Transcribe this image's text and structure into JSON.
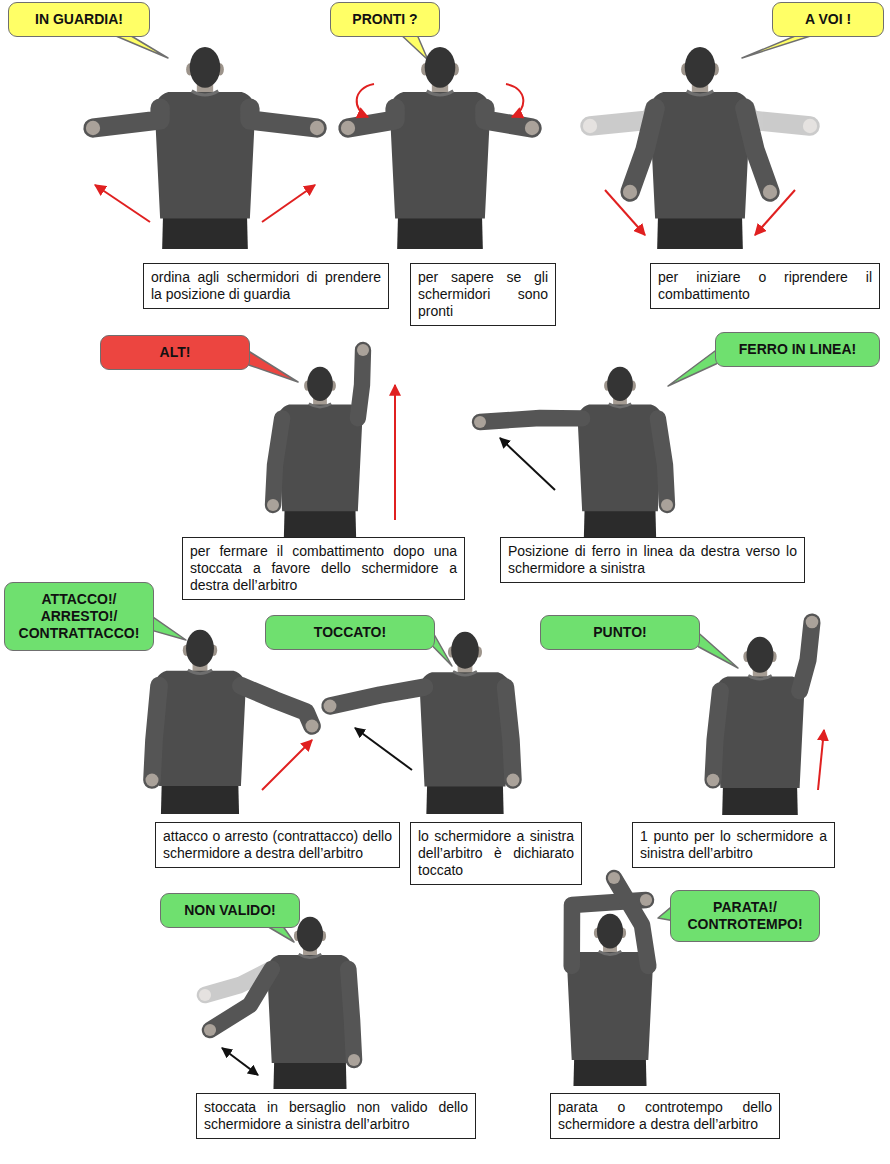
{
  "diagram": {
    "nodes": [
      {
        "text": [
          "IN GUARDIA!"
        ]
      },
      {
        "text": [
          "ordina agli schermidori di prendere la posizione di guardia"
        ]
      },
      {
        "text": [
          "PRONTI ?"
        ]
      },
      {
        "text": [
          "per sapere se gli schermidori sono pronti"
        ]
      },
      {
        "text": [
          "A VOI !"
        ]
      },
      {
        "text": [
          "per iniziare o riprendere il combattimento"
        ]
      },
      {
        "text": [
          "ALT!"
        ]
      },
      {
        "text": [
          "per fermare il combattimento dopo una stoccata a favore dello schermidore a destra dell’arbitro"
        ]
      },
      {
        "text": [
          "FERRO IN LINEA!"
        ]
      },
      {
        "text": [
          "Posizione di ferro in linea da destra verso lo schermidore a sinistra"
        ]
      },
      {
        "text": [
          "ATTACCO!/ ARRESTO!/ CONTRATTACCO!"
        ]
      },
      {
        "text": [
          "attacco o arresto (contrattacco) dello schermidore a destra dell’arbitro"
        ]
      },
      {
        "text": [
          "TOCCATO!"
        ]
      },
      {
        "text": [
          "lo schermidore a sinistra dell’arbitro è dichiarato toccato"
        ]
      },
      {
        "text": [
          "PUNTO!"
        ]
      },
      {
        "text": [
          "1 punto per lo schermidore a sinistra dell’arbitro"
        ]
      },
      {
        "text": [
          "NON VALIDO!"
        ]
      },
      {
        "text": [
          "stoccata in bersaglio non valido dello schermidore a sinistra dell’arbitro"
        ]
      },
      {
        "text": [
          "PARATA!/ CONTROTEMPO!"
        ]
      },
      {
        "text": [
          "parata o controtempo dello schermidore a destra dell’arbitro"
        ]
      }
    ]
  }
}
